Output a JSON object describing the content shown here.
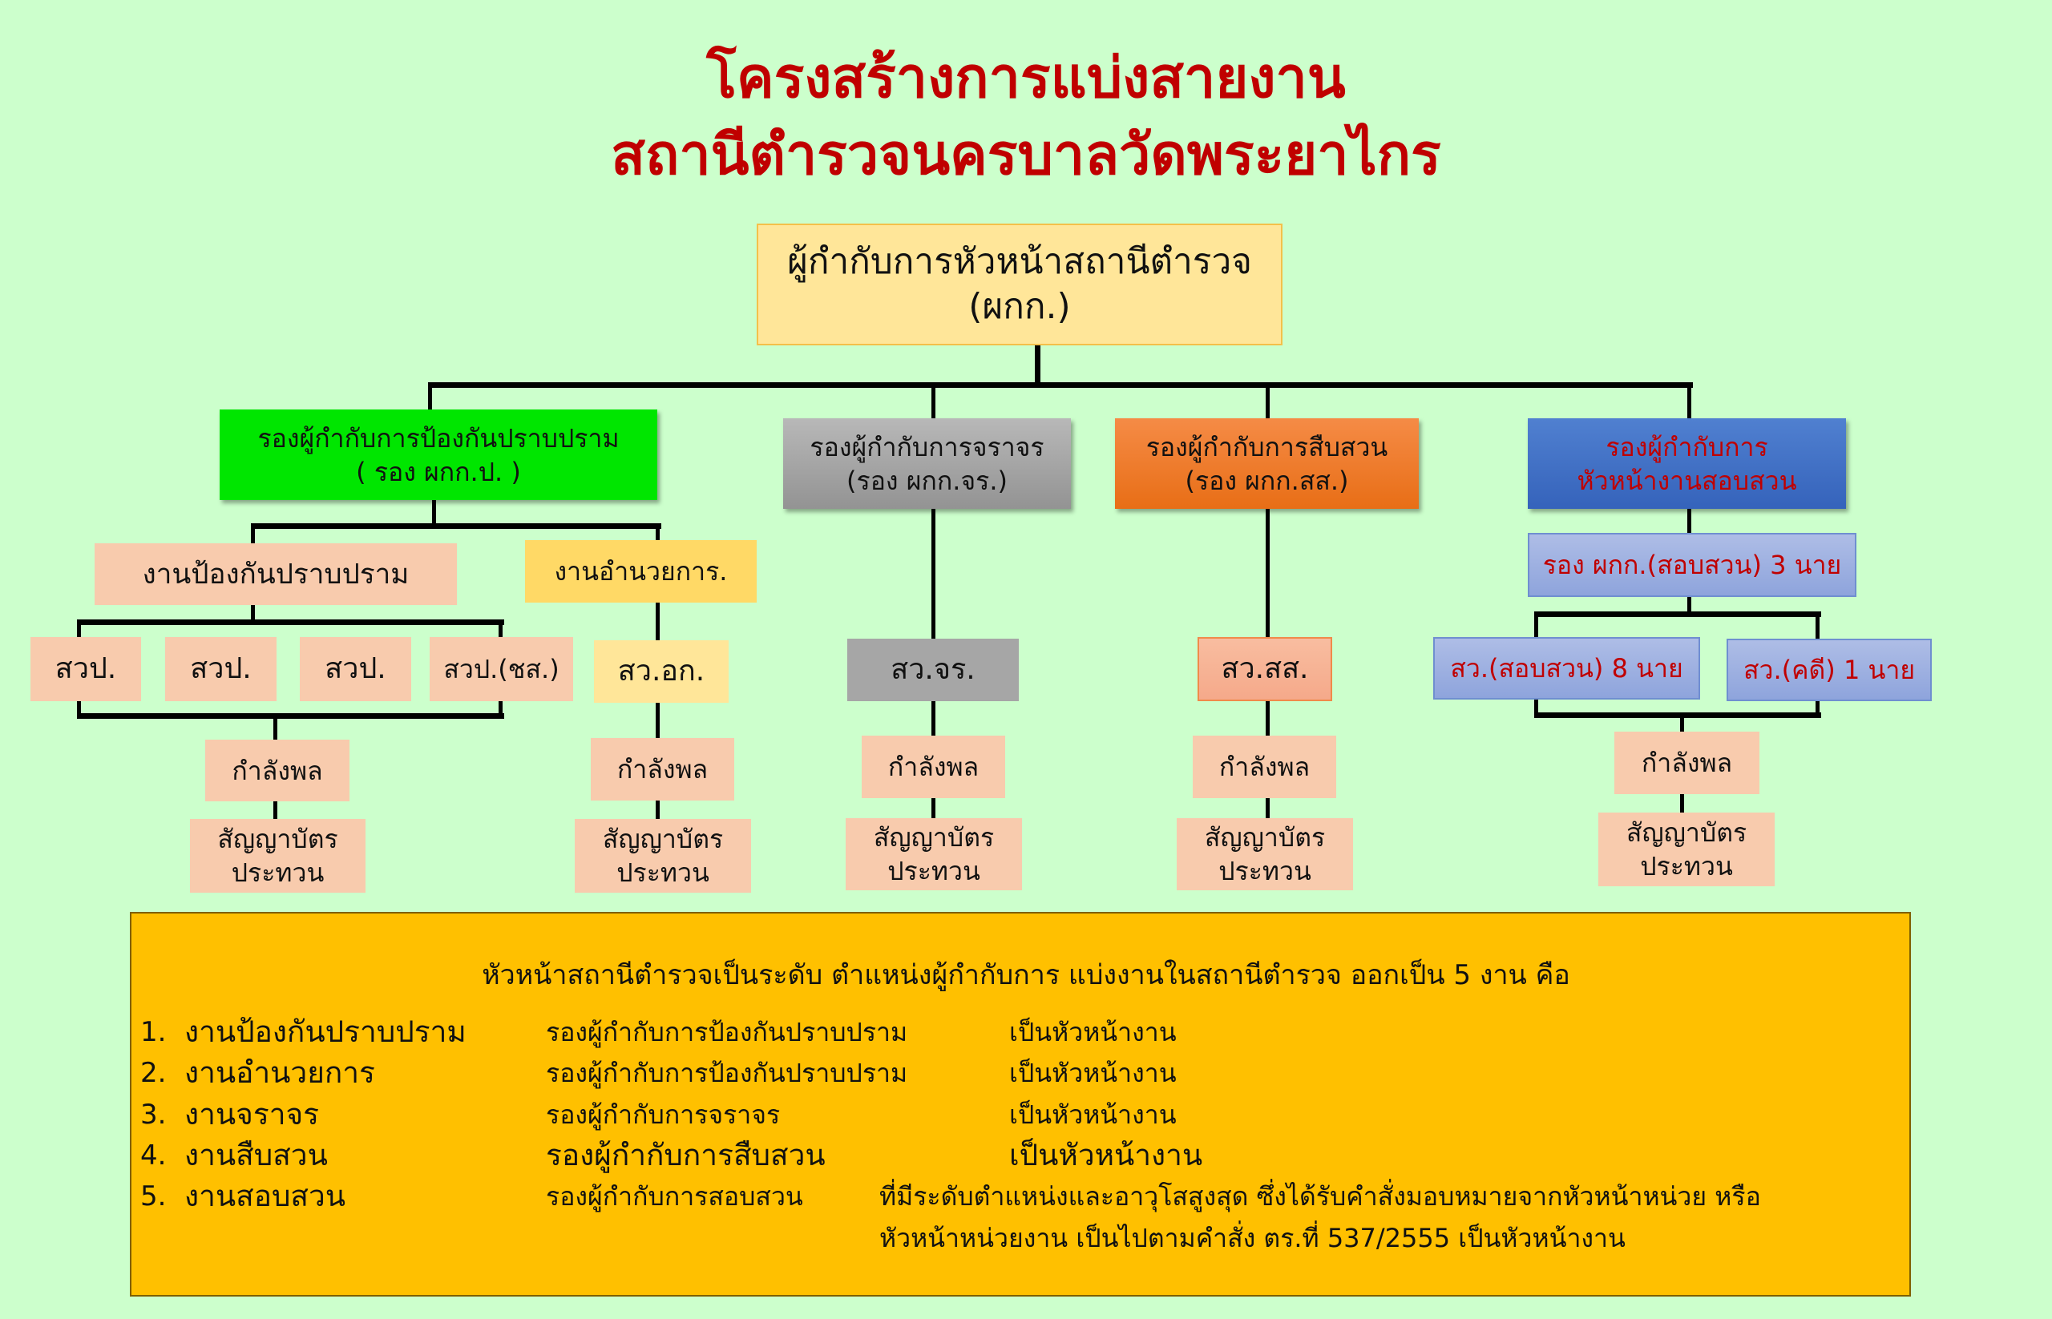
{
  "title": {
    "line1": "โครงสร้างการแบ่งสายงาน",
    "line2": "สถานีตำรวจนครบาลวัดพระยาไกร"
  },
  "chief": {
    "line1": "ผู้กำกับการหัวหน้าสถานีตำรวจ",
    "line2": "(ผกก.)"
  },
  "deputies": {
    "prevention": {
      "line1": "รองผู้กำกับการป้องกันปราบปราม",
      "line2": "( รอง ผกก.ป. )"
    },
    "traffic": {
      "line1": "รองผู้กำกับการจราจร",
      "line2": "(รอง ผกก.จร.)"
    },
    "investigation": {
      "line1": "รองผู้กำกับการสืบสวน",
      "line2": "(รอง ผกก.สส.)"
    },
    "inquiry": {
      "line1": "รองผู้กำกับการ",
      "line2": "หัวหน้างานสอบสวน"
    }
  },
  "units": {
    "prevention_work": "งานป้องกันปราบปราม",
    "admin_work": "งานอำนวยการ.",
    "svp1": "สวป.",
    "svp2": "สวป.",
    "svp3": "สวป.",
    "svp4": "สวป.(ชส.)",
    "admin_inspector": "สว.อก.",
    "traffic_inspector": "สว.จร.",
    "investigation_inspector": "สว.สส.",
    "inquiry_deputies": "รอง ผกก.(สอบสวน) 3 นาย",
    "inquiry_inspectors": "สว.(สอบสวน) 8 นาย",
    "case_inspector": "สว.(คดี) 1 นาย"
  },
  "staff": {
    "manpower": "กำลังพล",
    "officers": "สัญญาบัตร",
    "ncos": "ประทวน"
  },
  "note": {
    "heading": "หัวหน้าสถานีตำรวจเป็นระดับ ตำแหน่งผู้กำกับการ    แบ่งงานในสถานีตำรวจ ออกเป็น 5 งาน  คือ",
    "rows": [
      {
        "num": "1.",
        "work": "งานป้องกันปราบปราม",
        "head": "รองผู้กำกับการป้องกันปราบปราม",
        "role": "เป็นหัวหน้างาน"
      },
      {
        "num": "2.",
        "work": "งานอำนวยการ",
        "head": "รองผู้กำกับการป้องกันปราบปราม",
        "role": "เป็นหัวหน้างาน"
      },
      {
        "num": "3.",
        "work": "งานจราจร",
        "head": "รองผู้กำกับการจราจร",
        "role": "เป็นหัวหน้างาน"
      },
      {
        "num": "4.",
        "work": "งานสืบสวน",
        "head": "รองผู้กำกับการสืบสวน",
        "role": "เป็นหัวหน้างาน"
      },
      {
        "num": "5.",
        "work": "งานสอบสวน",
        "head": "รองผู้กำกับการสอบสวน",
        "role": "ที่มีระดับตำแหน่งและอาวุโสสูงสุด ซึ่งได้รับคำสั่งมอบหมายจากหัวหน้าหน่วย หรือ"
      }
    ],
    "row5_cont": "หัวหน้าหน่วยงาน เป็นไปตามคำสั่ง ตร.ที่ 537/2555  เป็นหัวหน้างาน"
  },
  "colors": {
    "title": "#c00000",
    "prevention": "#00e600",
    "traffic": "#a6a6a6",
    "investigation": "#f07a22",
    "inquiry": "#4472c4",
    "note_bg": "#ffc000"
  }
}
